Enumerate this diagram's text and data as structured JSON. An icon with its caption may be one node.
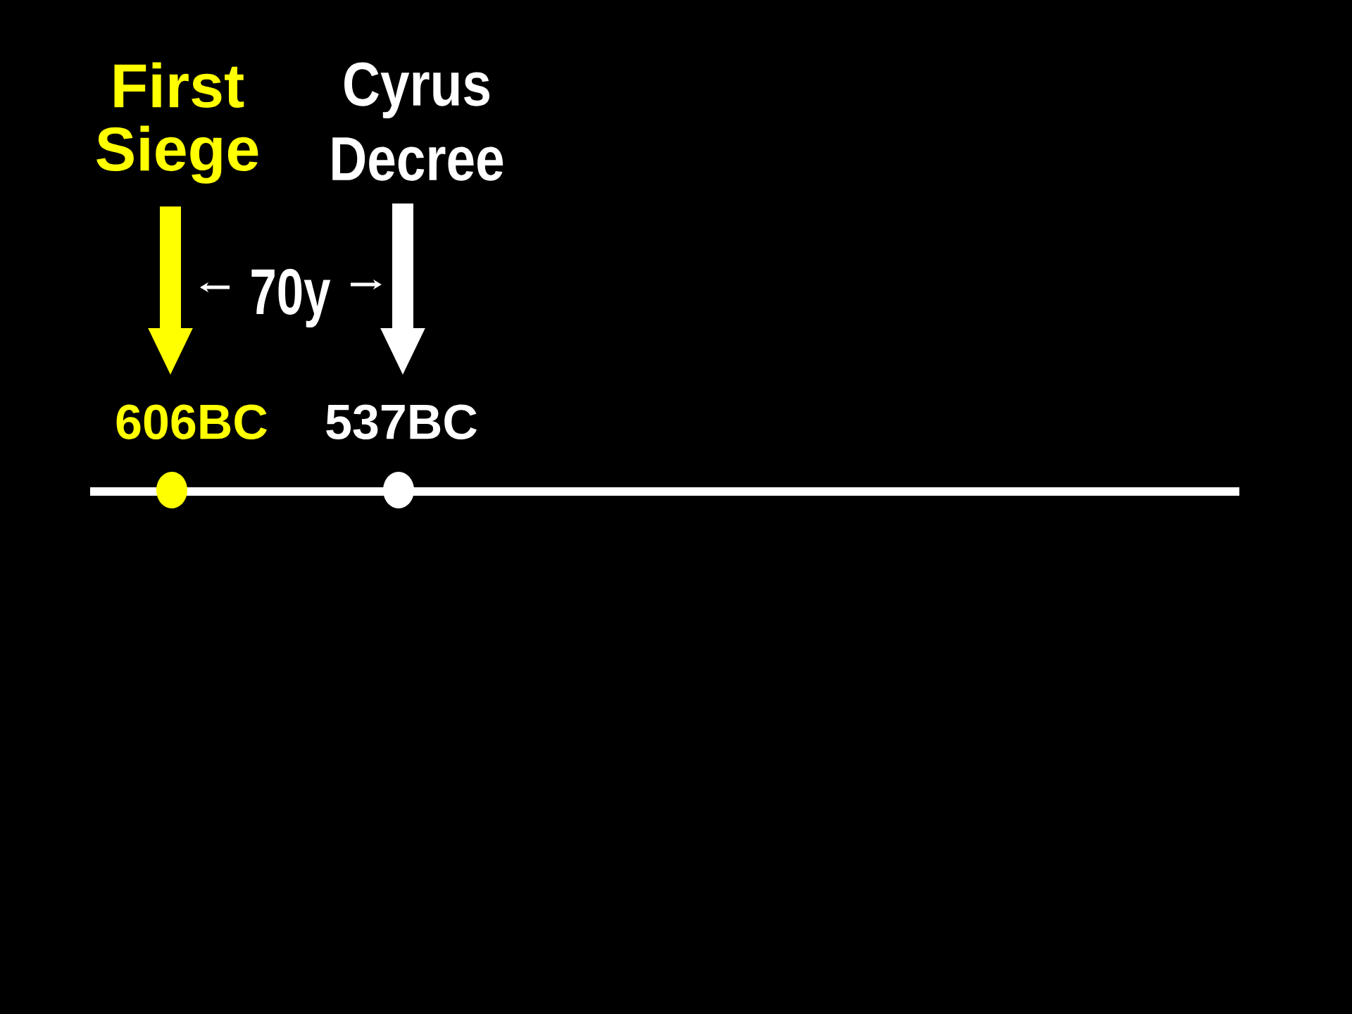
{
  "diagram": {
    "nodes": [
      {
        "text": [
          "First Siege"
        ]
      },
      {
        "text": [
          "Cyrus Decree"
        ]
      },
      {
        "text": [
          "606BC"
        ]
      },
      {
        "text": [
          "537BC"
        ]
      }
    ],
    "edges": [
      {
        "from": 0,
        "to": 2,
        "arrow": "to",
        "color": "#ffff00"
      },
      {
        "from": 1,
        "to": 3,
        "arrow": "to",
        "color": "#ffffff"
      }
    ],
    "labels": [
      "70y"
    ]
  }
}
